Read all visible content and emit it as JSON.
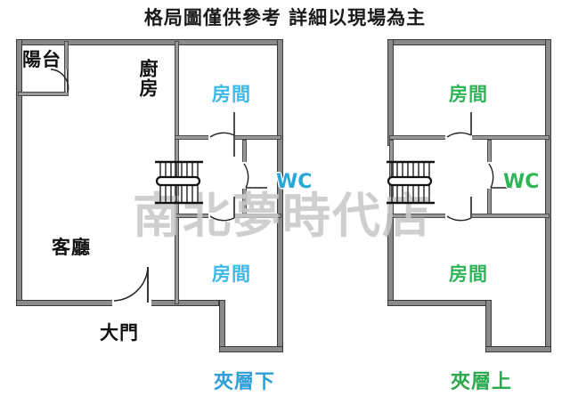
{
  "title": "格局圖僅供參考 詳細以現場為主",
  "watermark": "南北夢時代店",
  "plans": [
    {
      "id": "lower",
      "caption": "夾層下",
      "caption_color": "#2f9ed8",
      "label_color": "#3cb9ea",
      "rooms": [
        {
          "name": "balcony",
          "label": "陽台"
        },
        {
          "name": "kitchen",
          "label": "廚房"
        },
        {
          "name": "bedroom-top",
          "label": "房間"
        },
        {
          "name": "bathroom",
          "label": "WC"
        },
        {
          "name": "living-room",
          "label": "客廳"
        },
        {
          "name": "bedroom-bottom",
          "label": "房間"
        }
      ],
      "entrance_label": "大門",
      "features": [
        "staircase"
      ]
    },
    {
      "id": "upper",
      "caption": "夾層上",
      "caption_color": "#2aa94e",
      "label_color": "#2fb457",
      "rooms": [
        {
          "name": "bedroom-top",
          "label": "房間"
        },
        {
          "name": "bathroom",
          "label": "WC"
        },
        {
          "name": "bedroom-bottom",
          "label": "房間"
        }
      ],
      "features": [
        "staircase"
      ]
    }
  ]
}
